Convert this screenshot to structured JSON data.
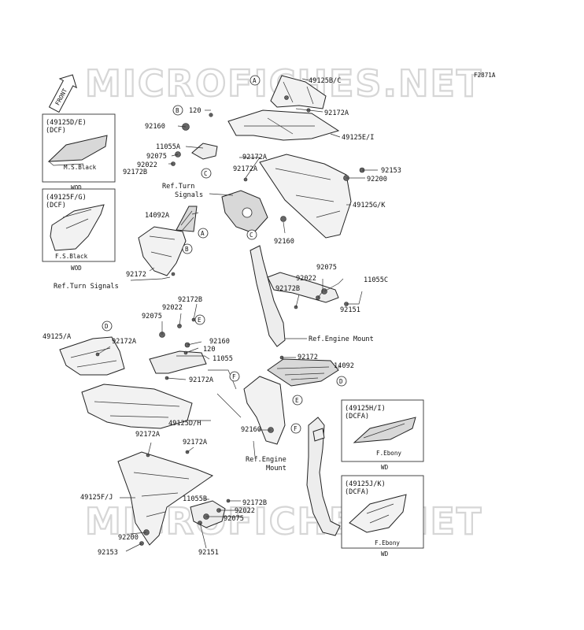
{
  "figure_code": "F2871A",
  "front_label": "FRONT",
  "watermark": "MICROFICHES.NET",
  "callout_letters": [
    "A",
    "B",
    "C",
    "D",
    "E",
    "F"
  ],
  "part_labels": {
    "p49125BC": "49125B/C",
    "p92172A_1": "92172A",
    "p49125EI": "49125E/I",
    "p120_1": "120",
    "p92160_1": "92160",
    "p11055A": "11055A",
    "p92075_1": "92075",
    "p92022_1": "92022",
    "p92172B_1": "92172B",
    "p92172A_2": "92172A",
    "p92153_1": "92153",
    "p92200_1": "92200",
    "refturn_1a": "Ref.Turn",
    "refturn_1b": "Signals",
    "p49125GK": "49125G/K",
    "p14092A": "14092A",
    "p92160_2": "92160",
    "p92172_1": "92172",
    "refturn_2": "Ref.Turn Signals",
    "p92075_2": "92075",
    "p92022_2": "92022",
    "p11055C": "11055C",
    "p92172B_2": "92172B",
    "p92151_1": "92151",
    "p92172B_3": "92172B",
    "p92022_3": "92022",
    "p92075_3": "92075",
    "p49125A": "49125/A",
    "p92172A_3": "92172A",
    "p92160_3": "92160",
    "p120_2": "120",
    "p11055": "11055",
    "refengine_1": "Ref.Engine Mount",
    "p92172_2": "92172",
    "p14092": "14092",
    "p92172A_4": "92172A",
    "p49125DH": "49125D/H",
    "p92160_4": "92160",
    "p92172A_5": "92172A",
    "p92172A_6": "92172A",
    "refengine_2a": "Ref.Engine",
    "refengine_2b": "Mount",
    "p49125FJ": "49125F/J",
    "p11055B": "11055B",
    "p92172B_4": "92172B",
    "p92022_4": "92022",
    "p92075_4": "92075",
    "p92200_2": "92200",
    "p92153_2": "92153",
    "p92151_2": "92151"
  },
  "inset_boxes": [
    {
      "code_line": "(49125D/E)",
      "variant": "(DCF)",
      "color": "M.S.Black",
      "footer": "WOD"
    },
    {
      "code_line": "(49125F/G)",
      "variant": "(DCF)",
      "color": "F.S.Black",
      "footer": "WOD"
    },
    {
      "code_line": "(49125H/I)",
      "variant": "(DCFA)",
      "color": "F.Ebony",
      "footer": "WD"
    },
    {
      "code_line": "(49125J/K)",
      "variant": "(DCFA)",
      "color": "F.Ebony",
      "footer": "WD"
    }
  ]
}
